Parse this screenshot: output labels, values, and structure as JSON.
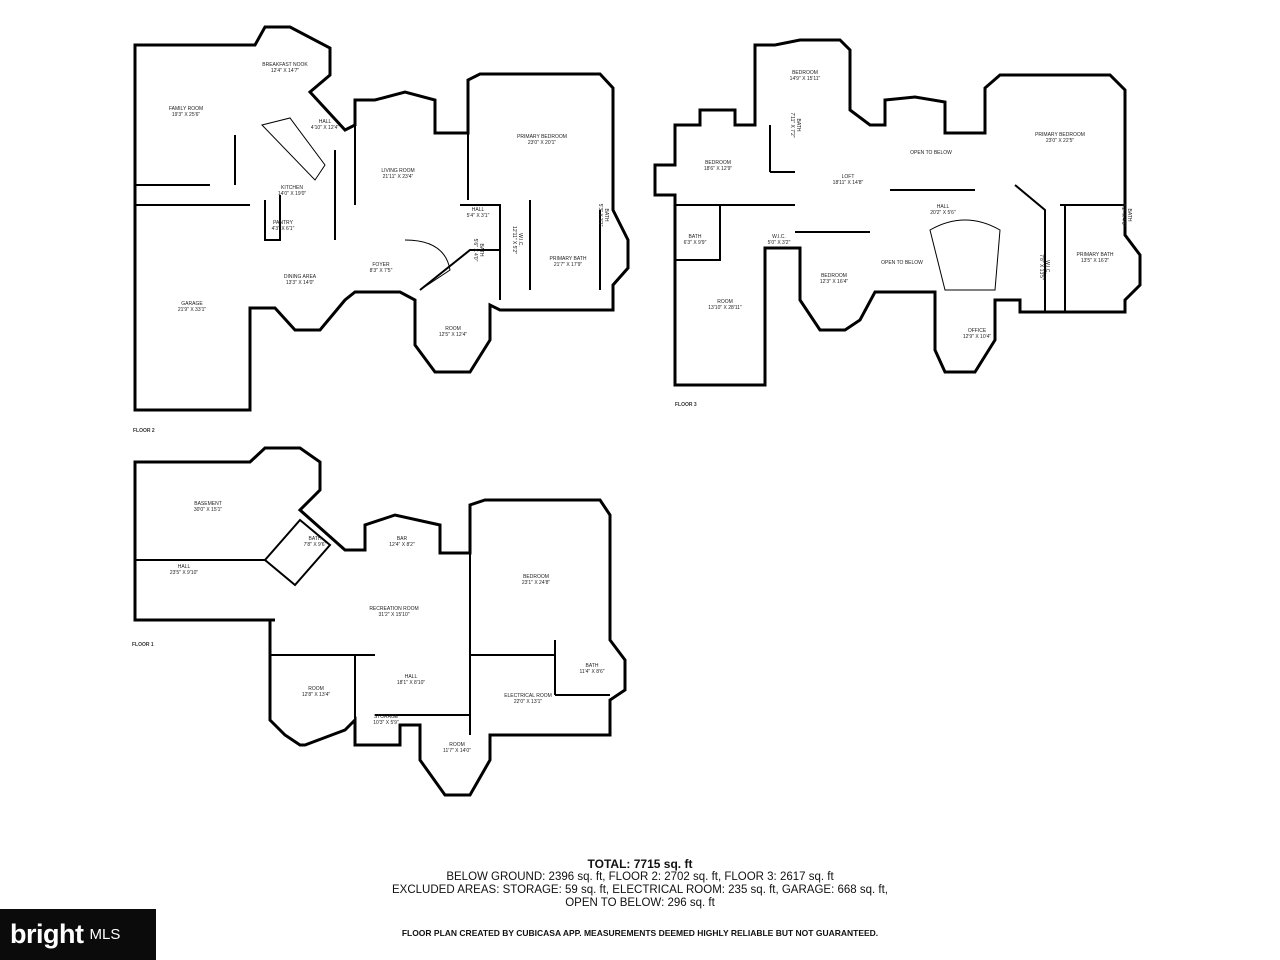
{
  "floor2": {
    "title": "FLOOR 2",
    "rooms": [
      {
        "name": "BREAKFAST NOOK",
        "dims": "12'4\" X 14'7\""
      },
      {
        "name": "FAMILY ROOM",
        "dims": "19'3\" X 25'6\""
      },
      {
        "name": "HALL",
        "dims": "4'10\" X 12'4\""
      },
      {
        "name": "LIVING ROOM",
        "dims": "21'11\" X 23'4\""
      },
      {
        "name": "PRIMARY BEDROOM",
        "dims": "23'0\" X 20'1\""
      },
      {
        "name": "KITCHEN",
        "dims": "14'0\" X 19'0\""
      },
      {
        "name": "PANTRY",
        "dims": "4'3\" X 6'1\""
      },
      {
        "name": "HALL",
        "dims": "5'4\" X 3'1\""
      },
      {
        "name": "W.I.C.",
        "dims": "12'11\" X 5'2\""
      },
      {
        "name": "BATH",
        "dims": "5'6\" X 4'0\""
      },
      {
        "name": "BATH",
        "dims": "5'3\" X 3'1\""
      },
      {
        "name": "PRIMARY BATH",
        "dims": "21'7\" X 17'9\""
      },
      {
        "name": "FOYER",
        "dims": "8'3\" X 7'5\""
      },
      {
        "name": "DINING AREA",
        "dims": "13'3\" X 14'0\""
      },
      {
        "name": "GARAGE",
        "dims": "21'9\" X 33'1\""
      },
      {
        "name": "ROOM",
        "dims": "12'5\" X 12'4\""
      }
    ]
  },
  "floor3": {
    "title": "FLOOR 3",
    "rooms": [
      {
        "name": "BEDROOM",
        "dims": "14'9\" X 15'11\""
      },
      {
        "name": "BEDROOM",
        "dims": "18'6\" X 12'9\""
      },
      {
        "name": "BATH",
        "dims": "7'11\" X 7'2\""
      },
      {
        "name": "LOFT",
        "dims": "18'11\" X 14'8\""
      },
      {
        "name": "OPEN TO BELOW",
        "dims": ""
      },
      {
        "name": "PRIMARY BEDROOM",
        "dims": "23'0\" X 22'5\""
      },
      {
        "name": "HALL",
        "dims": "20'2\" X 5'6\""
      },
      {
        "name": "BATH",
        "dims": "6'3\" X 9'9\""
      },
      {
        "name": "W.I.C.",
        "dims": "5'0\" X 3'2\""
      },
      {
        "name": "BEDROOM",
        "dims": "12'3\" X 16'4\""
      },
      {
        "name": "OPEN TO BELOW",
        "dims": ""
      },
      {
        "name": "W.I.C.",
        "dims": "7'8\" X 13'5\""
      },
      {
        "name": "PRIMARY BATH",
        "dims": "13'5\" X 16'2\""
      },
      {
        "name": "BATH",
        "dims": "5'2\" X 4'8\""
      },
      {
        "name": "ROOM",
        "dims": "13'10\" X 28'11\""
      },
      {
        "name": "OFFICE",
        "dims": "12'9\" X 10'4\""
      }
    ]
  },
  "floor1": {
    "title": "FLOOR 1",
    "rooms": [
      {
        "name": "BASEMENT",
        "dims": "30'0\" X 15'1\""
      },
      {
        "name": "BATH",
        "dims": "7'8\" X 9'6\""
      },
      {
        "name": "BAR",
        "dims": "12'4\" X 8'2\""
      },
      {
        "name": "HALL",
        "dims": "23'5\" X 9'10\""
      },
      {
        "name": "RECREATION ROOM",
        "dims": "31'2\" X 15'10\""
      },
      {
        "name": "BEDROOM",
        "dims": "23'1\" X 24'8\""
      },
      {
        "name": "ROOM",
        "dims": "12'8\" X 13'4\""
      },
      {
        "name": "HALL",
        "dims": "18'1\" X 8'10\""
      },
      {
        "name": "BATH",
        "dims": "11'4\" X 8'6\""
      },
      {
        "name": "ELECTRICAL ROOM",
        "dims": "22'0\" X 13'1\""
      },
      {
        "name": "STORAGE",
        "dims": "10'3\" X 5'9\""
      },
      {
        "name": "ROOM",
        "dims": "11'7\" X 14'0\""
      }
    ]
  },
  "summary": {
    "total": "TOTAL: 7715 sq. ft",
    "line1": "BELOW GROUND: 2396 sq. ft, FLOOR 2: 2702 sq. ft, FLOOR 3: 2617 sq. ft",
    "line2": "EXCLUDED AREAS: STORAGE: 59 sq. ft, ELECTRICAL ROOM: 235 sq. ft, GARAGE: 668 sq. ft,",
    "line3": "OPEN TO BELOW: 296 sq. ft"
  },
  "credit": "FLOOR PLAN CREATED BY CUBICASA APP. MEASUREMENTS DEEMED HIGHLY RELIABLE BUT NOT GUARANTEED.",
  "logo": {
    "brand": "bright",
    "suffix": "MLS"
  }
}
